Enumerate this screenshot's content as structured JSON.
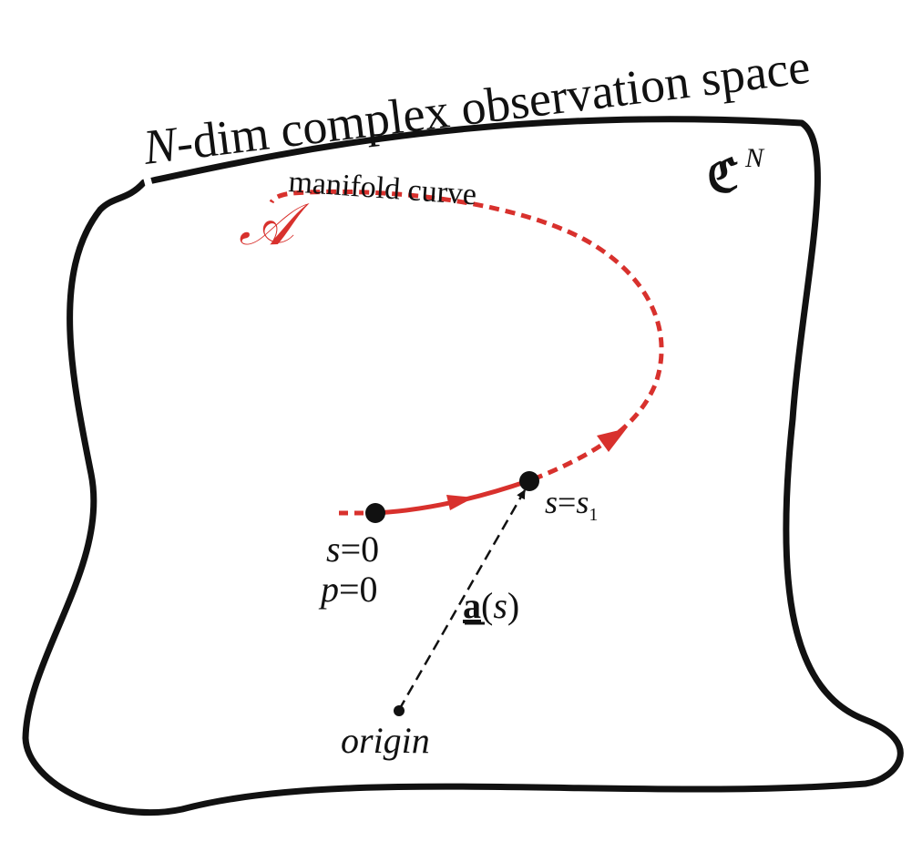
{
  "space": {
    "title_n": "N",
    "title_rest": "-dim complex observation space",
    "symbol": "ℭ",
    "symbol_exp": "N"
  },
  "manifold": {
    "label": "manifold curve",
    "symbol": "𝒜",
    "color": "#d8312d"
  },
  "points": {
    "start_s_var": "s",
    "start_s_eq": "=0",
    "start_p_var": "p",
    "start_p_eq": "=0",
    "s1_var": "s",
    "s1_eq": "=",
    "s1_var2": "s",
    "s1_sub": "1"
  },
  "vector": {
    "bold": "a",
    "open": "(",
    "arg": "s",
    "close": ")"
  },
  "origin_label": "origin",
  "colors": {
    "boundary": "#111111",
    "curve": "#d8312d",
    "ink": "#111111"
  }
}
